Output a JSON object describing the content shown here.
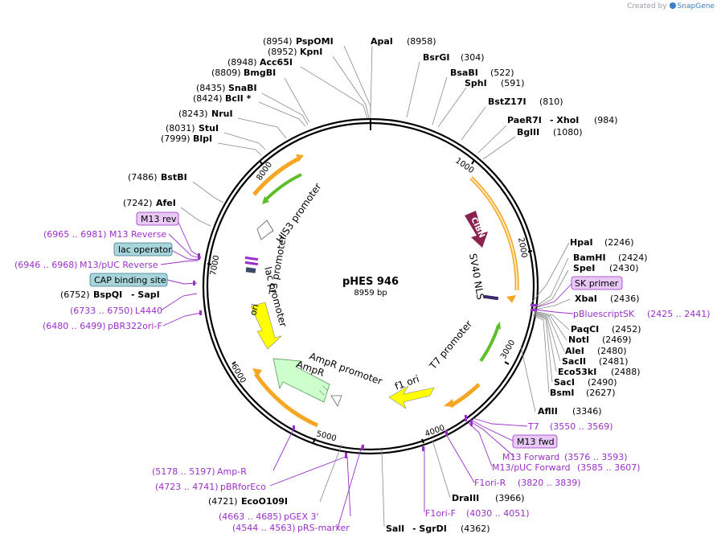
{
  "credit": {
    "prefix": "Created by",
    "brand": "SnapGene"
  },
  "plasmid": {
    "name": "pHES 946",
    "size": "8959 bp"
  },
  "ticks": [
    "1000",
    "2000",
    "3000",
    "4000",
    "5000",
    "6000",
    "7000",
    "8000"
  ],
  "sites": [
    {
      "id": "pspomi",
      "label": "PspOMI",
      "pos": "(8954)"
    },
    {
      "id": "kpni",
      "label": "KpnI",
      "pos": "(8952)"
    },
    {
      "id": "acc65i",
      "label": "Acc65I",
      "pos": "(8948)"
    },
    {
      "id": "bmgbi",
      "label": "BmgBI",
      "pos": "(8809)"
    },
    {
      "id": "snabi",
      "label": "SnaBI",
      "pos": "(8435)"
    },
    {
      "id": "bcli",
      "label": "BclI *",
      "pos": "(8424)"
    },
    {
      "id": "nrui",
      "label": "NruI",
      "pos": "(8243)"
    },
    {
      "id": "stui",
      "label": "StuI",
      "pos": "(8031)"
    },
    {
      "id": "blpi",
      "label": "BlpI",
      "pos": "(7999)"
    },
    {
      "id": "bstbi",
      "label": "BstBI",
      "pos": "(7486)"
    },
    {
      "id": "afei",
      "label": "AfeI",
      "pos": "(7242)"
    },
    {
      "id": "bspqi",
      "label": "BspQI",
      "pos": "(6752)",
      "extra": "- SapI"
    },
    {
      "id": "apai",
      "label": "ApaI",
      "pos": "(8958)"
    },
    {
      "id": "bsrgi",
      "label": "BsrGI",
      "pos": "(304)"
    },
    {
      "id": "bsabi",
      "label": "BsaBI",
      "pos": "(522)"
    },
    {
      "id": "sphi",
      "label": "SphI",
      "pos": "(591)"
    },
    {
      "id": "bstz17i",
      "label": "BstZ17I",
      "pos": "(810)"
    },
    {
      "id": "paer7i",
      "label": "PaeR7I",
      "pos": "(984)",
      "extra": "- XhoI"
    },
    {
      "id": "bglii",
      "label": "BglII",
      "pos": "(1080)"
    },
    {
      "id": "hpai",
      "label": "HpaI",
      "pos": "(2246)"
    },
    {
      "id": "bamhi",
      "label": "BamHI",
      "pos": "(2424)"
    },
    {
      "id": "spei",
      "label": "SpeI",
      "pos": "(2430)"
    },
    {
      "id": "xbai",
      "label": "XbaI",
      "pos": "(2436)"
    },
    {
      "id": "paqci",
      "label": "PaqCI",
      "pos": "(2452)"
    },
    {
      "id": "noti",
      "label": "NotI",
      "pos": "(2469)"
    },
    {
      "id": "alei",
      "label": "AleI",
      "pos": "(2480)"
    },
    {
      "id": "sacii",
      "label": "SacII",
      "pos": "(2481)"
    },
    {
      "id": "eco53ki",
      "label": "Eco53kI",
      "pos": "(2488)"
    },
    {
      "id": "saci",
      "label": "SacI",
      "pos": "(2490)"
    },
    {
      "id": "bsmi",
      "label": "BsmI",
      "pos": "(2627)"
    },
    {
      "id": "aflii",
      "label": "AflII",
      "pos": "(3346)"
    },
    {
      "id": "draiii",
      "label": "DraIII",
      "pos": "(3966)"
    },
    {
      "id": "sali",
      "label": "SalI",
      "pos": "(4362)",
      "extra": "- SgrDI"
    },
    {
      "id": "eco0109i",
      "label": "EcoO109I",
      "pos": "(4721)"
    }
  ],
  "primers": [
    {
      "id": "m13rev",
      "label": "M13 rev",
      "boxed": true
    },
    {
      "id": "m13reverse",
      "label": "M13 Reverse",
      "pos": "(6965 .. 6981)"
    },
    {
      "id": "m13pucrev",
      "label": "M13/pUC Reverse",
      "pos": "(6946 .. 6968)"
    },
    {
      "id": "l4440",
      "label": "L4440",
      "pos": "(6733 .. 6750)"
    },
    {
      "id": "pbr322ori",
      "label": "pBR322ori-F",
      "pos": "(6480 .. 6499)"
    },
    {
      "id": "skprimer",
      "label": "SK primer",
      "boxed": true
    },
    {
      "id": "pbluescriptsk",
      "label": "pBluescriptSK",
      "pos": "(2425 .. 2441)"
    },
    {
      "id": "t7",
      "label": "T7",
      "pos": "(3550 .. 3569)"
    },
    {
      "id": "m13fwd",
      "label": "M13 fwd",
      "boxed": true
    },
    {
      "id": "m13forward",
      "label": "M13 Forward",
      "pos": "(3576 .. 3593)"
    },
    {
      "id": "m13pucfwd",
      "label": "M13/pUC Forward",
      "pos": "(3585 .. 3607)"
    },
    {
      "id": "f1orir",
      "label": "F1ori-R",
      "pos": "(3820 .. 3839)"
    },
    {
      "id": "f1orif",
      "label": "F1ori-F",
      "pos": "(4030 .. 4051)"
    },
    {
      "id": "ampr_primer",
      "label": "Amp-R",
      "pos": "(5178 .. 5197)"
    },
    {
      "id": "pbrforeco",
      "label": "pBRforEco",
      "pos": "(4723 .. 4741)"
    },
    {
      "id": "pgex3",
      "label": "pGEX 3'",
      "pos": "(4663 .. 4685)"
    },
    {
      "id": "prsmarker",
      "label": "pRS-marker",
      "pos": "(4544 .. 4563)"
    }
  ],
  "features": [
    {
      "id": "lac_operator",
      "label": "lac operator",
      "boxed": true,
      "color": "#a9d6dc"
    },
    {
      "id": "cap_site",
      "label": "CAP binding site",
      "boxed": true,
      "color": "#a9d6dc"
    },
    {
      "id": "his3",
      "label": "HIS3 promoter"
    },
    {
      "id": "t3",
      "label": "T3 promoter"
    },
    {
      "id": "lacp",
      "label": "lac promoter"
    },
    {
      "id": "ori",
      "label": "ori",
      "color": "#ffff00"
    },
    {
      "id": "amprp",
      "label": "AmpR promoter"
    },
    {
      "id": "ampr",
      "label": "AmpR",
      "color": "#ccffcc"
    },
    {
      "id": "f1ori",
      "label": "f1 ori",
      "color": "#ffff00"
    },
    {
      "id": "t7p",
      "label": "T7 promoter"
    },
    {
      "id": "sv40",
      "label": "SV40 NLS"
    },
    {
      "id": "cibn",
      "label": "CIBN",
      "color": "#8b2252"
    }
  ],
  "colors": {
    "orf": "#f5a623",
    "orf_fill": "#fde6b8",
    "promoter_green": "#5fbf2a",
    "primer": "#9b30c8",
    "backbone": "#000000"
  }
}
